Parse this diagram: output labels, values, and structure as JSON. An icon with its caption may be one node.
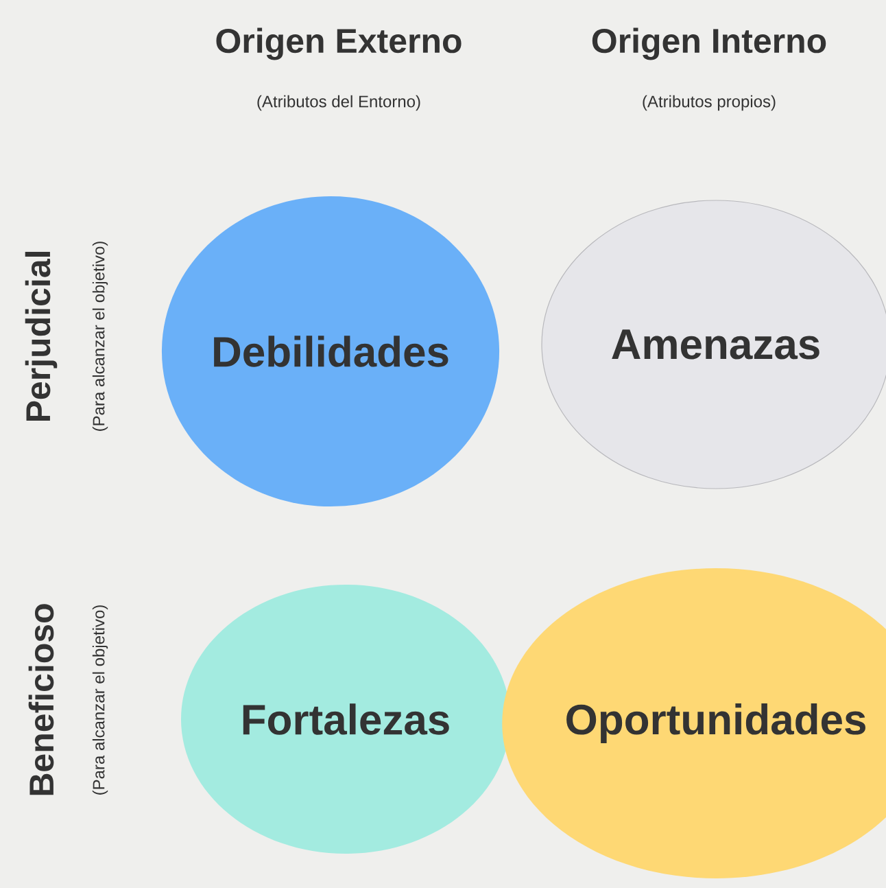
{
  "diagram": {
    "nodes": [
      {
        "text": [
          "Debilidades"
        ]
      },
      {
        "text": [
          "Amenazas"
        ]
      },
      {
        "text": [
          "Fortalezas"
        ]
      },
      {
        "text": [
          "Oportunidades"
        ]
      }
    ],
    "labels": [
      "Origen Externo",
      "(Atributos del Entorno)",
      "Origen Interno",
      "(Atributos propios)",
      "Perjudicial",
      "(Para alcanzar el objetivo)",
      "Beneficioso",
      "(Para alcanzar el objetivo)"
    ]
  }
}
